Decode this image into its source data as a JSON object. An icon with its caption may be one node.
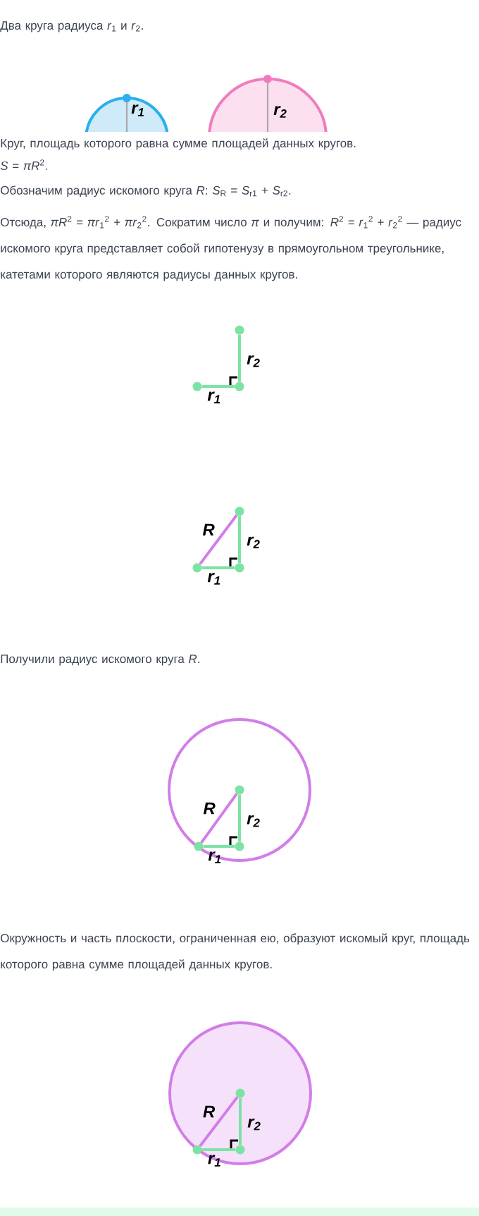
{
  "diagram": {
    "nodes": [
      {
        "text": [],
        "shape": "circle"
      },
      {
        "text": [],
        "shape": "circle"
      },
      {
        "text": [],
        "shape": "circle"
      },
      {
        "text": [],
        "shape": "circle"
      },
      {
        "text": [],
        "shape": "circle"
      },
      {
        "text": [],
        "shape": "circle"
      },
      {
        "text": [],
        "shape": "circle"
      },
      {
        "text": [],
        "shape": "circle"
      },
      {
        "text": [],
        "shape": "circle"
      },
      {
        "text": [],
        "shape": "circle"
      },
      {
        "text": [],
        "shape": "circle"
      },
      {
        "text": [],
        "shape": "circle"
      }
    ],
    "edges": [
      {
        "from": 0,
        "to": 2,
        "arrow": "none",
        "label": "r$_{1}$"
      },
      {
        "from": 2,
        "to": 1,
        "arrow": "none",
        "label": "r$_{2}$"
      },
      {
        "from": 3,
        "to": 5,
        "arrow": "none",
        "label": "r$_{1}$"
      },
      {
        "from": 5,
        "to": 4,
        "arrow": "none",
        "label": "r$_{2}$"
      },
      {
        "from": 3,
        "to": 4,
        "arrow": "none",
        "label": "R",
        "color": "#d27de8"
      },
      {
        "from": 6,
        "to": 8,
        "arrow": "none",
        "label": "r$_{1}$"
      },
      {
        "from": 8,
        "to": 7,
        "arrow": "none",
        "label": "r$_{2}$"
      },
      {
        "from": 6,
        "to": 7,
        "arrow": "none",
        "label": "R",
        "color": "#d27de8"
      },
      {
        "from": 9,
        "to": 11,
        "arrow": "none",
        "label": "r$_{1}$"
      },
      {
        "from": 11,
        "to": 10,
        "arrow": "none",
        "label": "r$_{2}$"
      },
      {
        "from": 9,
        "to": 10,
        "arrow": "none",
        "label": "R",
        "color": "#d27de8"
      }
    ],
    "labels": [
      "Два круга радиуса *r*$_{1}$ и *r*$_{2}$.",
      "r$_{1}$",
      "r$_{2}$",
      "Круг, площадь которого равна сумме площадей данных кругов.",
      "*S* = *πR*$^{2}$.",
      "Обозначим радиус искомого круга *R*: *S*$_{R}$ = *S*$_{r1}$ + *S*$_{r2}$.",
      "Отсюда, *πR*$^{2}$ = *πr*$_{1}$$^{2}$ + *πr*$_{2}$$^{2}$. Сократим число *π* и получим: *R*$^{2}$ = *r*$_{1}$$^{2}$ + *r*$_{2}$$^{2}$ — радиус искомого круга представляет собой гипотенузу в прямоугольном треугольнике, катетами которого являются радиусы данных кругов.",
      "Получили радиус искомого круга *R*.",
      "Окружность и часть плоскости, ограниченная ею, образуют искомый круг, площадь которого равна сумме площадей данных кругов."
    ]
  }
}
